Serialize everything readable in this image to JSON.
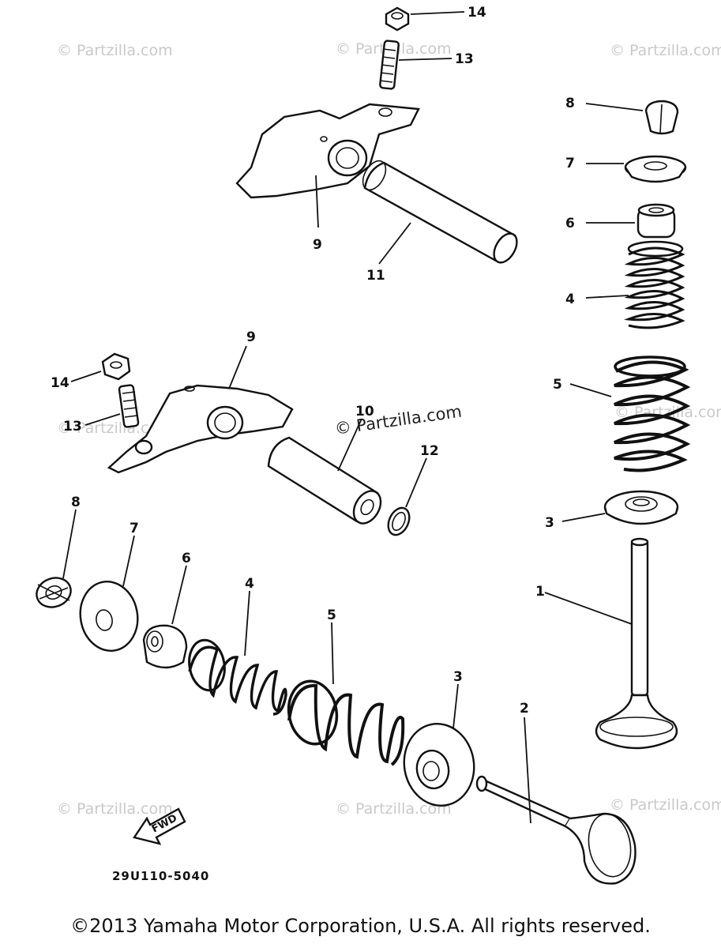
{
  "watermark": "© Partzilla.com",
  "main_watermark": "© Partzilla.com",
  "diagram_code": "29U110-5040",
  "fwd_label": "FWD",
  "copyright": "©2013 Yamaha Motor Corporation, U.S.A. All rights reserved.",
  "callouts": {
    "c14_top": "14",
    "c13_top": "13",
    "c9_top": "9",
    "c11": "11",
    "c8_right": "8",
    "c7_right": "7",
    "c6_right": "6",
    "c4_right": "4",
    "c5_right": "5",
    "c3_right": "3",
    "c1": "1",
    "c9_mid": "9",
    "c14_mid": "14",
    "c13_mid": "13",
    "c10": "10",
    "c12": "12",
    "c8_left": "8",
    "c7_left": "7",
    "c6_left": "6",
    "c4_left": "4",
    "c5_left": "5",
    "c3_left": "3",
    "c2": "2"
  }
}
